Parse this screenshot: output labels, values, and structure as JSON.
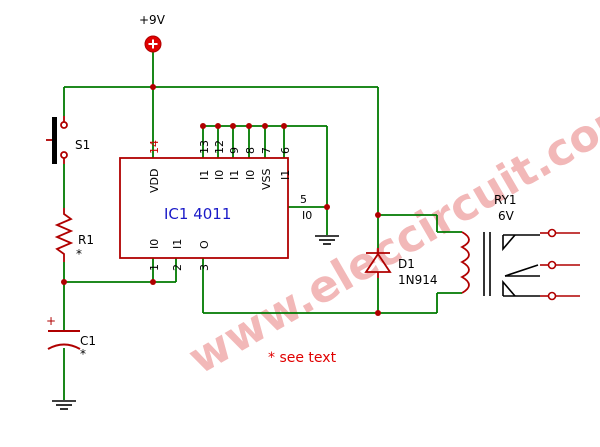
{
  "supply": {
    "label": "+9V"
  },
  "switch": {
    "label": "S1"
  },
  "resistor": {
    "label": "R1",
    "note": "*"
  },
  "capacitor": {
    "label": "C1",
    "note": "*",
    "polarity": "+"
  },
  "ic": {
    "name": "IC1 4011",
    "vdd_label": "VDD",
    "vss_label": "VSS",
    "top_pins": [
      {
        "num": "14",
        "label": "VDD"
      },
      {
        "num": "13",
        "label": "I1"
      },
      {
        "num": "12",
        "label": "I0"
      },
      {
        "num": "9",
        "label": "I1"
      },
      {
        "num": "8",
        "label": "I0"
      },
      {
        "num": "7",
        "label": "VSS"
      },
      {
        "num": "6",
        "label": "I1"
      }
    ],
    "right_pin": {
      "num": "5",
      "label": "I0"
    },
    "bottom_pins": [
      {
        "num": "1",
        "label": "I0"
      },
      {
        "num": "2",
        "label": "I1"
      },
      {
        "num": "3",
        "label": "O"
      }
    ]
  },
  "diode": {
    "label": "D1",
    "part": "1N914"
  },
  "relay": {
    "label": "RY1",
    "voltage": "6V"
  },
  "watermark": "www.eleccircuit.com",
  "footnote": "* see text",
  "colors": {
    "wire": "#007a00",
    "component": "#b00000",
    "ic_label": "#1a1ac8",
    "pin_number": "#cc0000",
    "note": "#e00000",
    "watermark": "#f2b8b8"
  }
}
